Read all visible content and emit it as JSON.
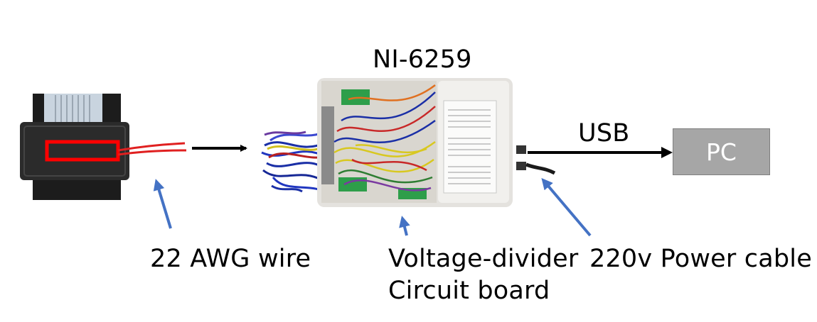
{
  "labels": {
    "daq_title": "NI-6259",
    "usb": "USB",
    "pc": "PC",
    "wire": "22 AWG wire",
    "divider_line1": "Voltage-divider",
    "divider_line2": "Circuit board",
    "power": "220v Power cable"
  },
  "colors": {
    "arrow_black": "#000000",
    "pointer_blue": "#4472c4",
    "highlight_red": "#ff0000",
    "pc_fill": "#a6a6a6"
  },
  "photos": [
    "sensor-strap-photo",
    "jumper-wires-photo",
    "daq-device-photo"
  ]
}
